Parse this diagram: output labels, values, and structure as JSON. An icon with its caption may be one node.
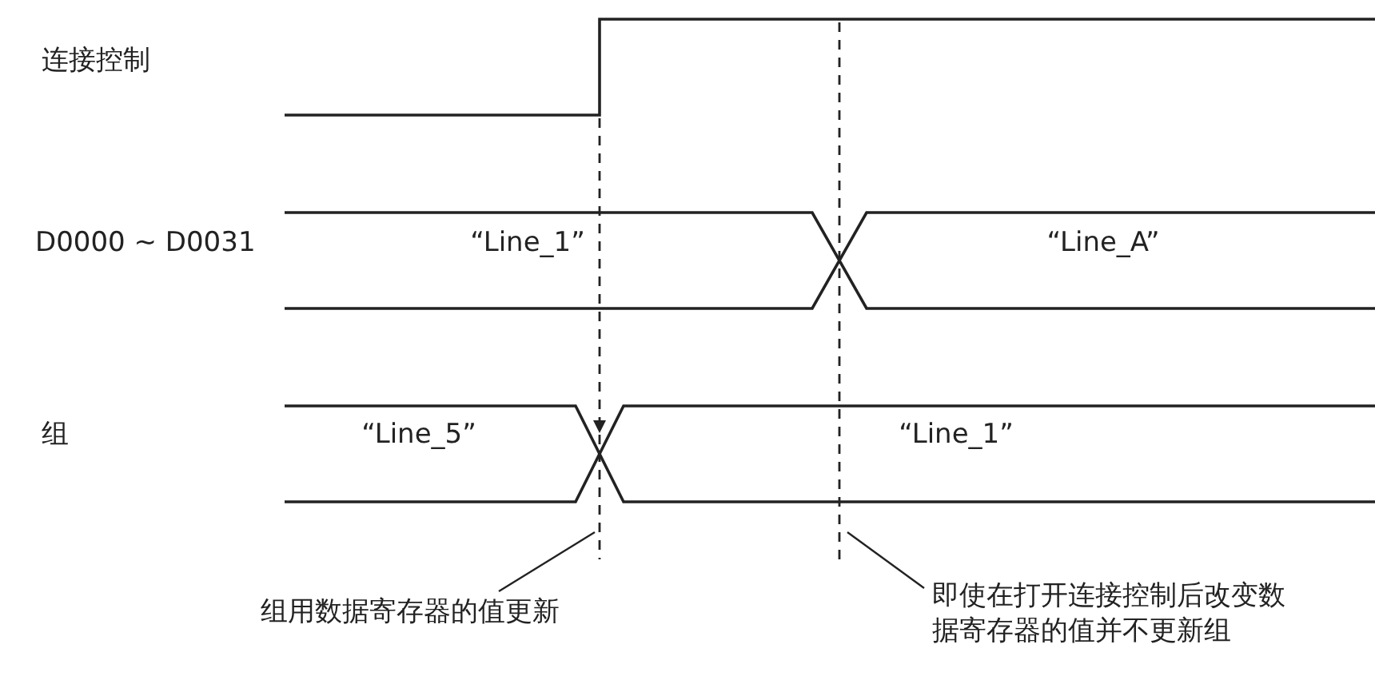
{
  "diagram": {
    "nodes": [
      {
        "text": [
          "组用数据寄存器的值更新"
        ]
      },
      {
        "text": [
          "即使在打开连接控制后改变数据寄存器的值并不更新组"
        ]
      }
    ],
    "edges": [
      {
        "from": 0,
        "to": null,
        "arrow": "none"
      },
      {
        "from": 1,
        "to": null,
        "arrow": "none"
      }
    ],
    "labels": [
      "连接控制",
      "D0000 ~ D0031",
      "组",
      "“Line_1”",
      "“Line_A”",
      "“Line_5”",
      "“Line_1”"
    ]
  }
}
